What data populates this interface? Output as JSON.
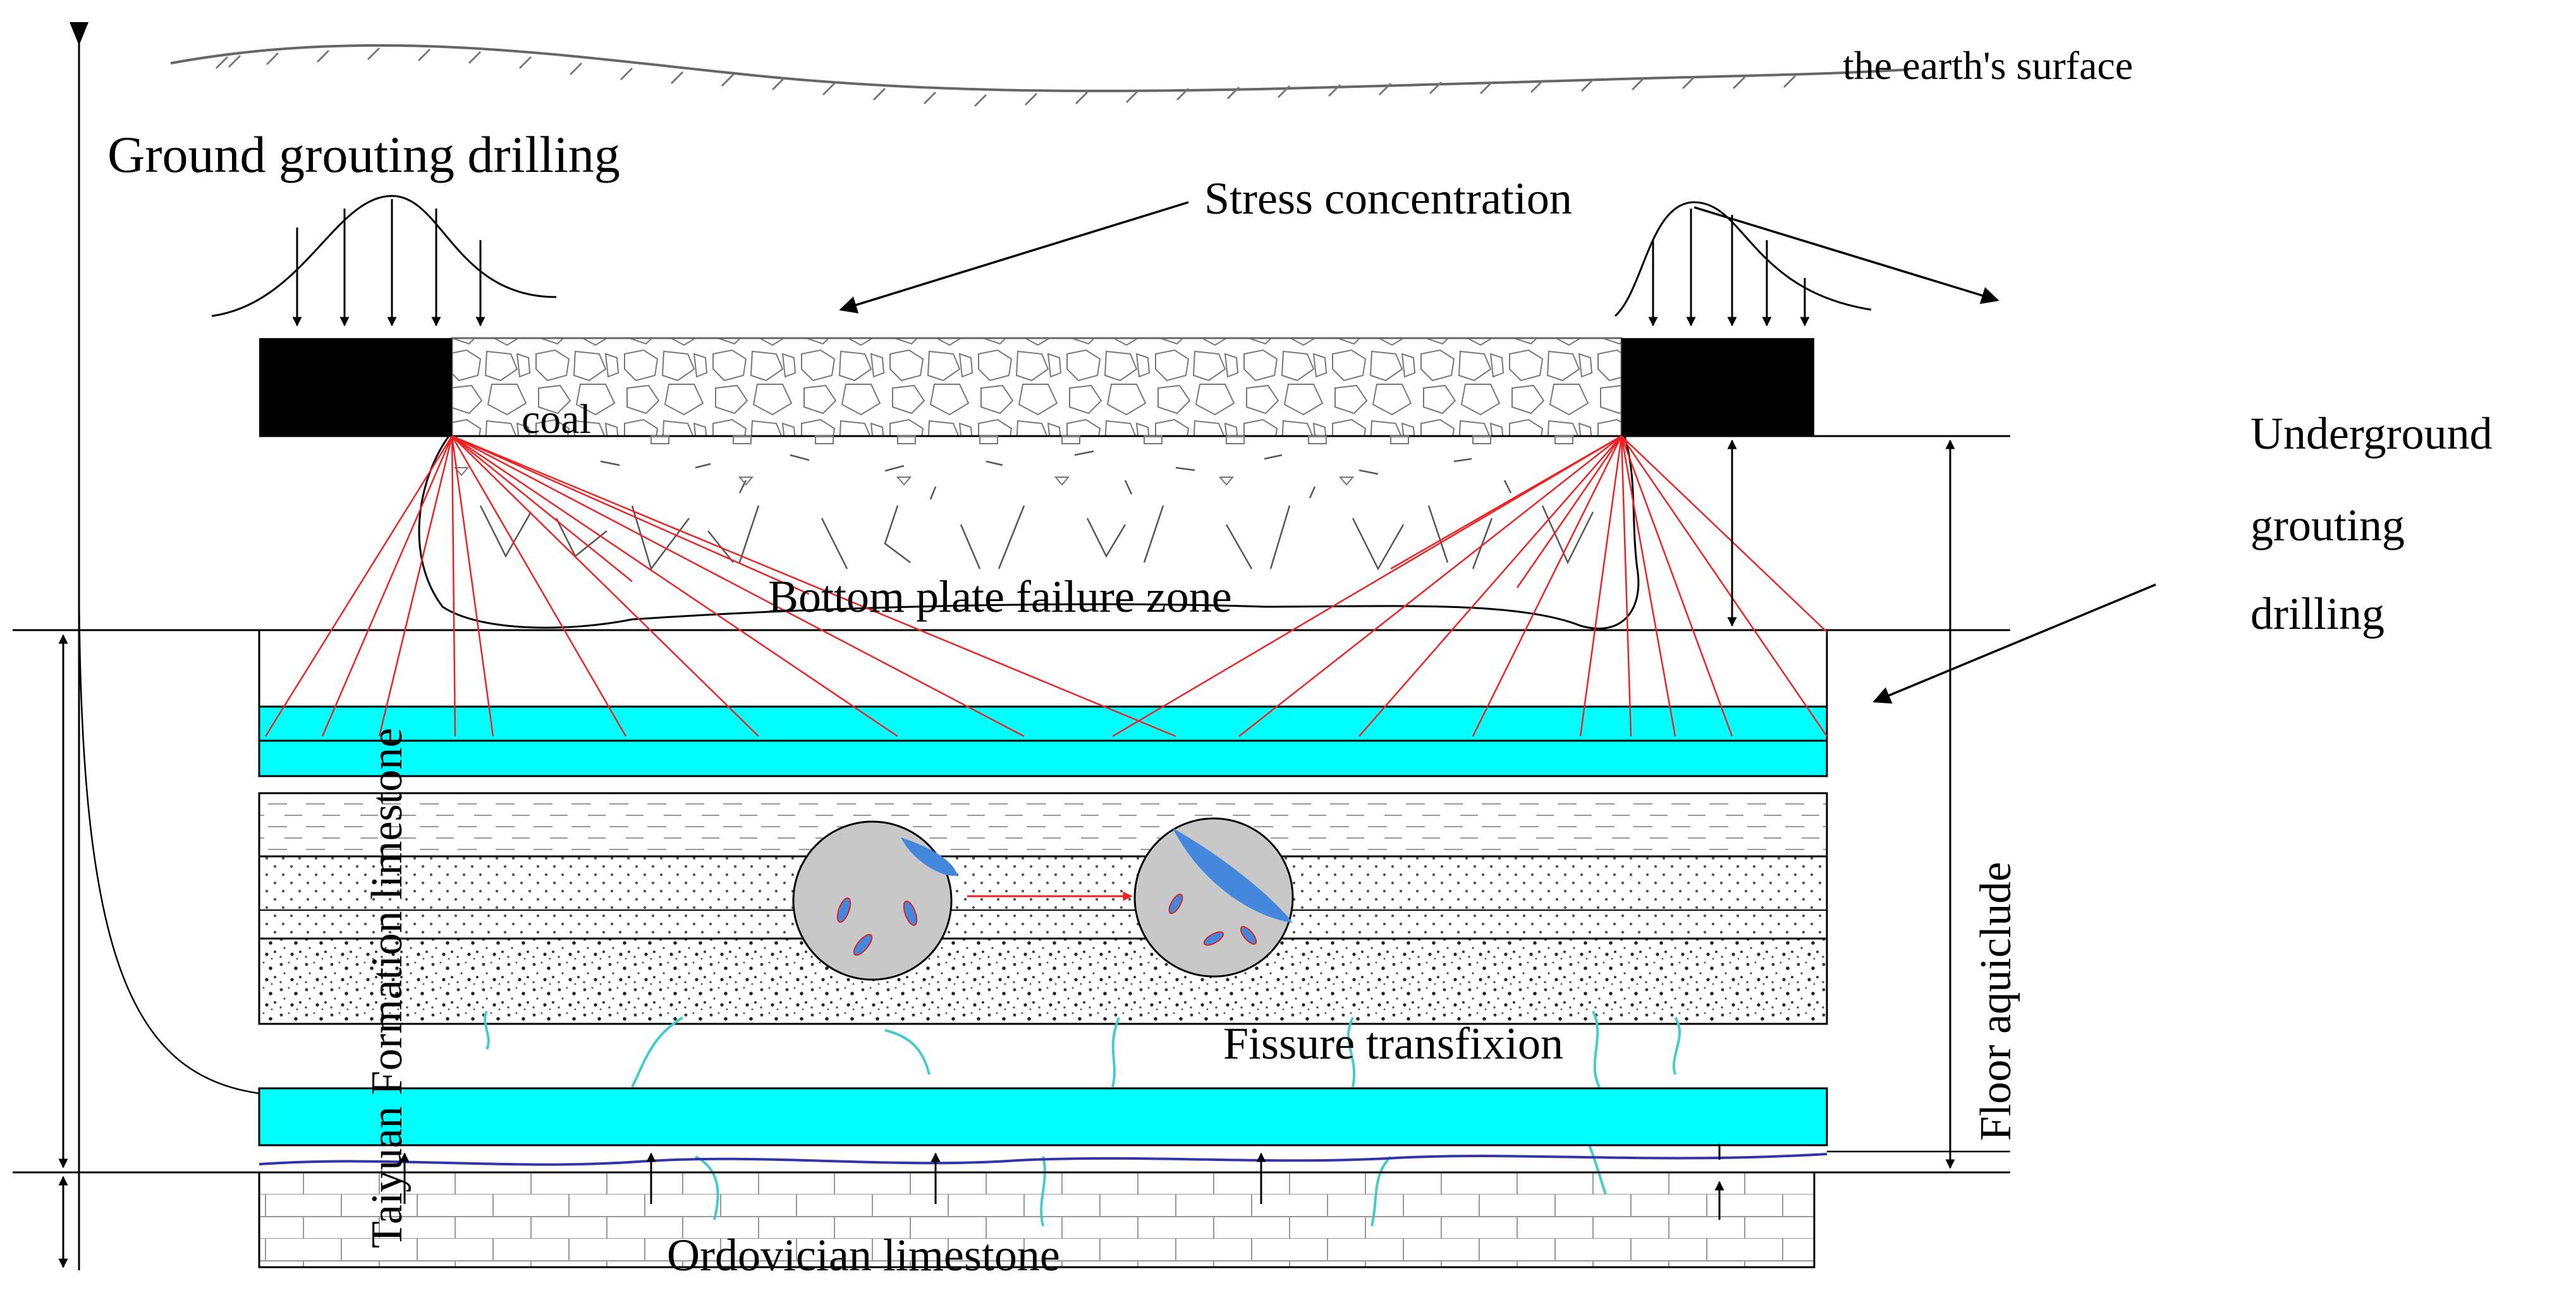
{
  "labels": {
    "earth_surface": "the earth's surface",
    "ground_grouting": "Ground grouting drilling",
    "stress_concentration": "Stress concentration",
    "underground_grouting_1": "Underground",
    "underground_grouting_2": "grouting",
    "underground_grouting_3": "drilling",
    "coal": "coal",
    "bottom_plate": "Bottom plate failure zone",
    "taiyuan": "Taiyuan Formation limestone",
    "fissure": "Fissure transfixion",
    "floor_aquiclude": "Floor aquiclude",
    "ordovician": "Ordovician limestone"
  },
  "colors": {
    "aquifer": "#00ffff",
    "fracture_line": "#ee2222",
    "fissure_curve": "#44cccc",
    "grain": "#4488dd",
    "pillar": "#000000"
  }
}
